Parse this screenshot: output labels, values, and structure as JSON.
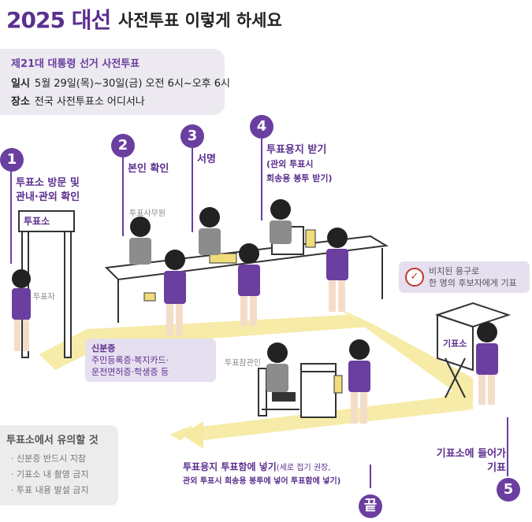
{
  "header": {
    "year": "2025",
    "title_word": "대선",
    "subtitle": "사전투표 이렇게 하세요"
  },
  "info": {
    "title": "제21대 대통령 선거 사전투표",
    "date_label": "일시",
    "date_value": "5월 29일(목)~30일(금) 오전 6시~오후 6시",
    "place_label": "장소",
    "place_value": "전국 사전투표소 어디서나"
  },
  "steps": [
    {
      "num": "1",
      "label_line1": "투표소 방문 및",
      "label_line2": "관내·관외 확인"
    },
    {
      "num": "2",
      "label": "본인 확인"
    },
    {
      "num": "3",
      "label": "서명"
    },
    {
      "num": "4",
      "label": "투표용지 받기",
      "sub_line1": "(관외 투표시",
      "sub_line2": "회송용 봉투 받기)"
    },
    {
      "num": "5",
      "label_line1": "기표소에 들어가",
      "label_line2": "기표"
    }
  ],
  "figure_labels": {
    "poll_sign": "투표소",
    "voter": "투표자",
    "clerk": "투표사무원",
    "observer": "투표참관인",
    "booth_sign": "기표소"
  },
  "id_tooltip": {
    "title": "신분증",
    "line1": "주민등록증·복지카드·",
    "line2": "운전면허증·학생증 등"
  },
  "stamp_tooltip": {
    "line1": "비치된 용구로",
    "line2": "한 명의 후보자에게 기표"
  },
  "final_step": {
    "label": "투표용지 투표함에 넣기",
    "note1": "(세로 접기 권장,",
    "line2": "관외 투표시 회송용 봉투에 넣어 투표함에 넣기)",
    "end": "끝"
  },
  "notes": {
    "title": "투표소에서 유의할 것",
    "items": [
      "· 신분증 반드시 지참",
      "· 기표소 내 촬영 금지",
      "· 투표 내용 발설 금지"
    ]
  },
  "colors": {
    "accent": "#6a3fa0",
    "path": "#f6eaa3",
    "skin": "#f4ddc8"
  }
}
